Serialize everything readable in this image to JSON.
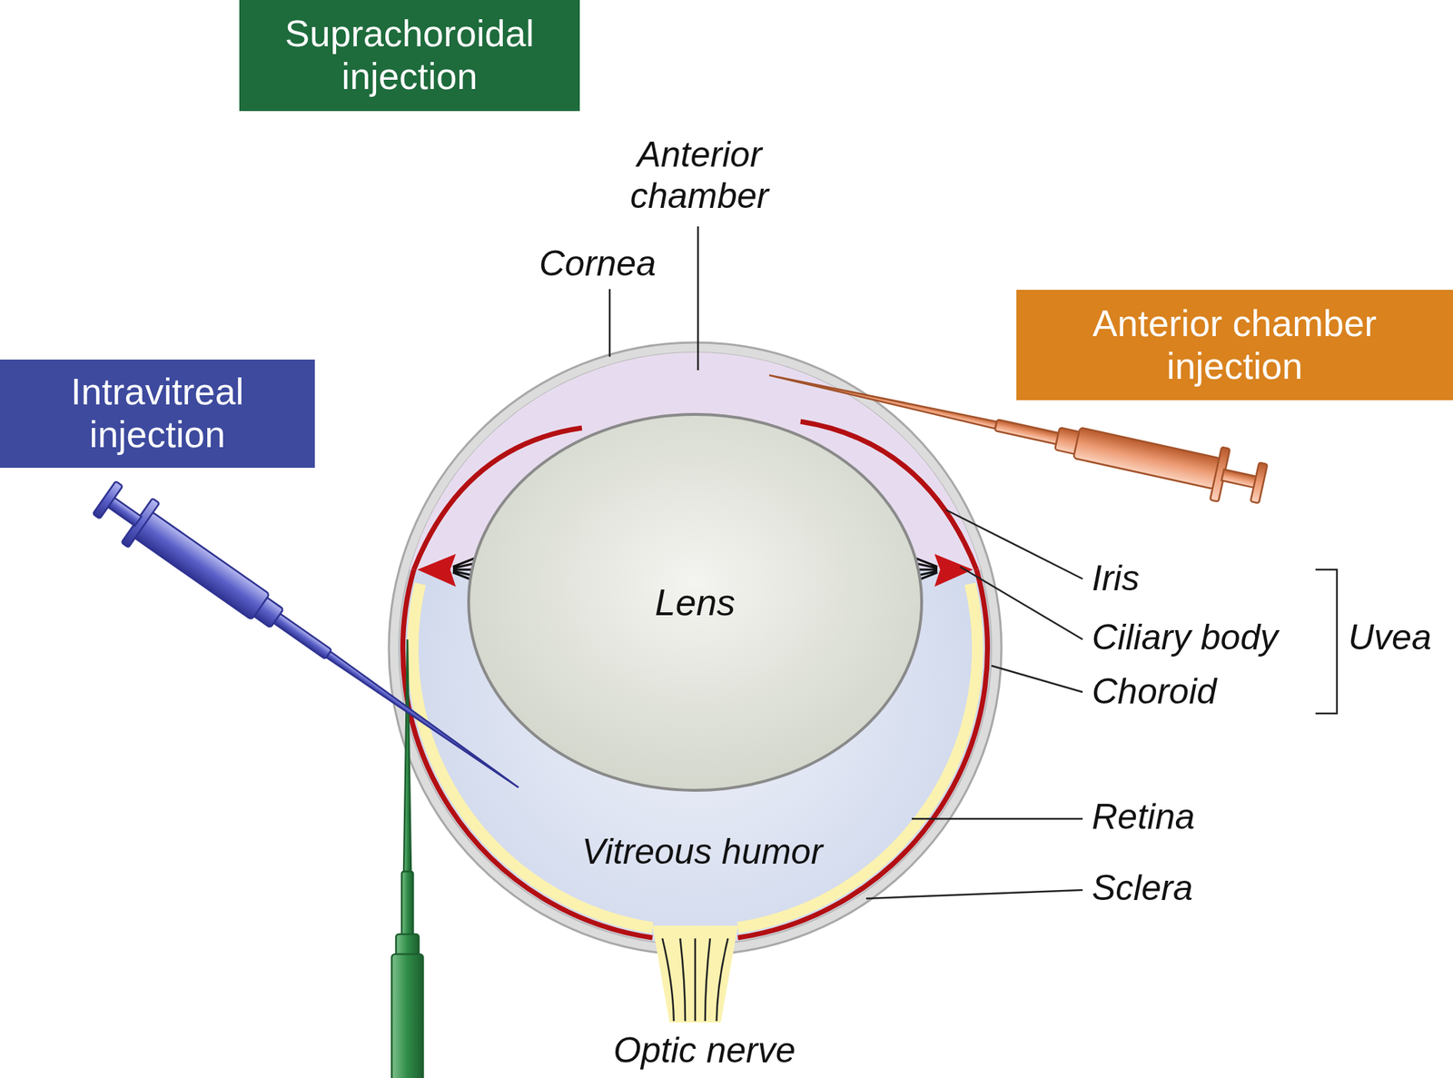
{
  "diagram": {
    "nodes": [
      {
        "text": [
          "Suprachoroidal injection"
        ]
      },
      {
        "text": [
          "Anterior chamber injection"
        ]
      },
      {
        "text": [
          "Intravitreal injection"
        ]
      },
      {
        "text": [
          "Lens"
        ]
      }
    ],
    "labels": [
      "Anterior chamber",
      "Cornea",
      "Iris",
      "Ciliary body",
      "Uvea",
      "Choroid",
      "Retina",
      "Vitreous humor",
      "Sclera",
      "Optic nerve"
    ]
  }
}
